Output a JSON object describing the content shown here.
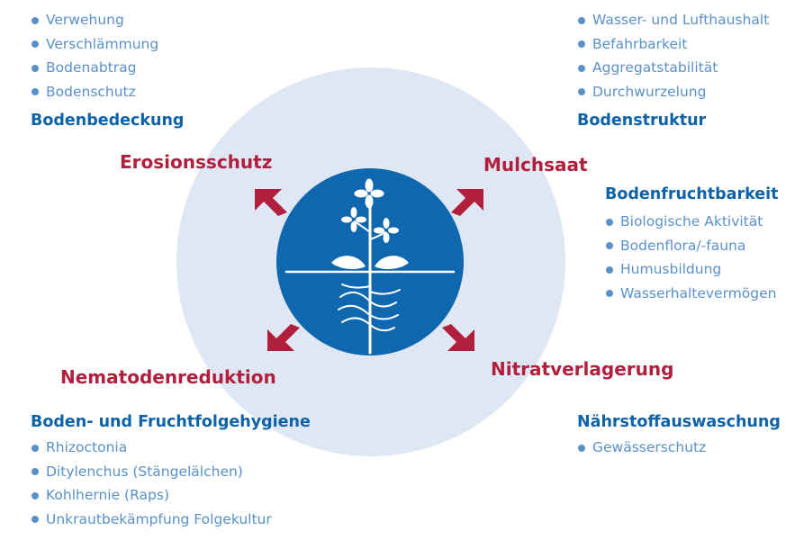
{
  "colors": {
    "title_blue": "#0e63a8",
    "bullet_blue": "#5a91c9",
    "effect_red": "#b21f3d",
    "outer_circle": "#e0e7f4",
    "inner_circle": "#0f67b0",
    "plant_white": "#ffffff"
  },
  "groups": {
    "bodenbedeckung": {
      "title": "Bodenbedeckung",
      "items": [
        "Verwehung",
        "Verschlämmung",
        "Bodenabtrag",
        "Bodenschutz"
      ]
    },
    "bodenstruktur": {
      "title": "Bodenstruktur",
      "items": [
        "Wasser- und Lufthaushalt",
        "Befahrbarkeit",
        "Aggregatstabilität",
        "Durchwurzelung"
      ]
    },
    "bodenfruchtbarkeit": {
      "title": "Bodenfruchtbarkeit",
      "items": [
        "Biologische Aktivität",
        "Bodenflora/-fauna",
        "Humusbildung",
        "Wasserhaltevermögen"
      ]
    },
    "hygiene": {
      "title": "Boden- und Fruchtfolgehygiene",
      "items": [
        "Rhizoctonia",
        "Ditylenchus (Stängelälchen)",
        "Kohlhernie (Raps)",
        "Unkrautbekämpfung Folgekultur"
      ]
    },
    "naehrstoff": {
      "title": "Nährstoffauswaschung",
      "items": [
        "Gewässerschutz"
      ]
    }
  },
  "effects": {
    "erosion": "Erosionsschutz",
    "mulch": "Mulchsaat",
    "nematoden": "Nematodenreduktion",
    "nitrat": "Nitratverlagerung"
  },
  "icons": {
    "center": "plant-with-roots-icon",
    "arrows": "diagonal-arrow-icon"
  }
}
